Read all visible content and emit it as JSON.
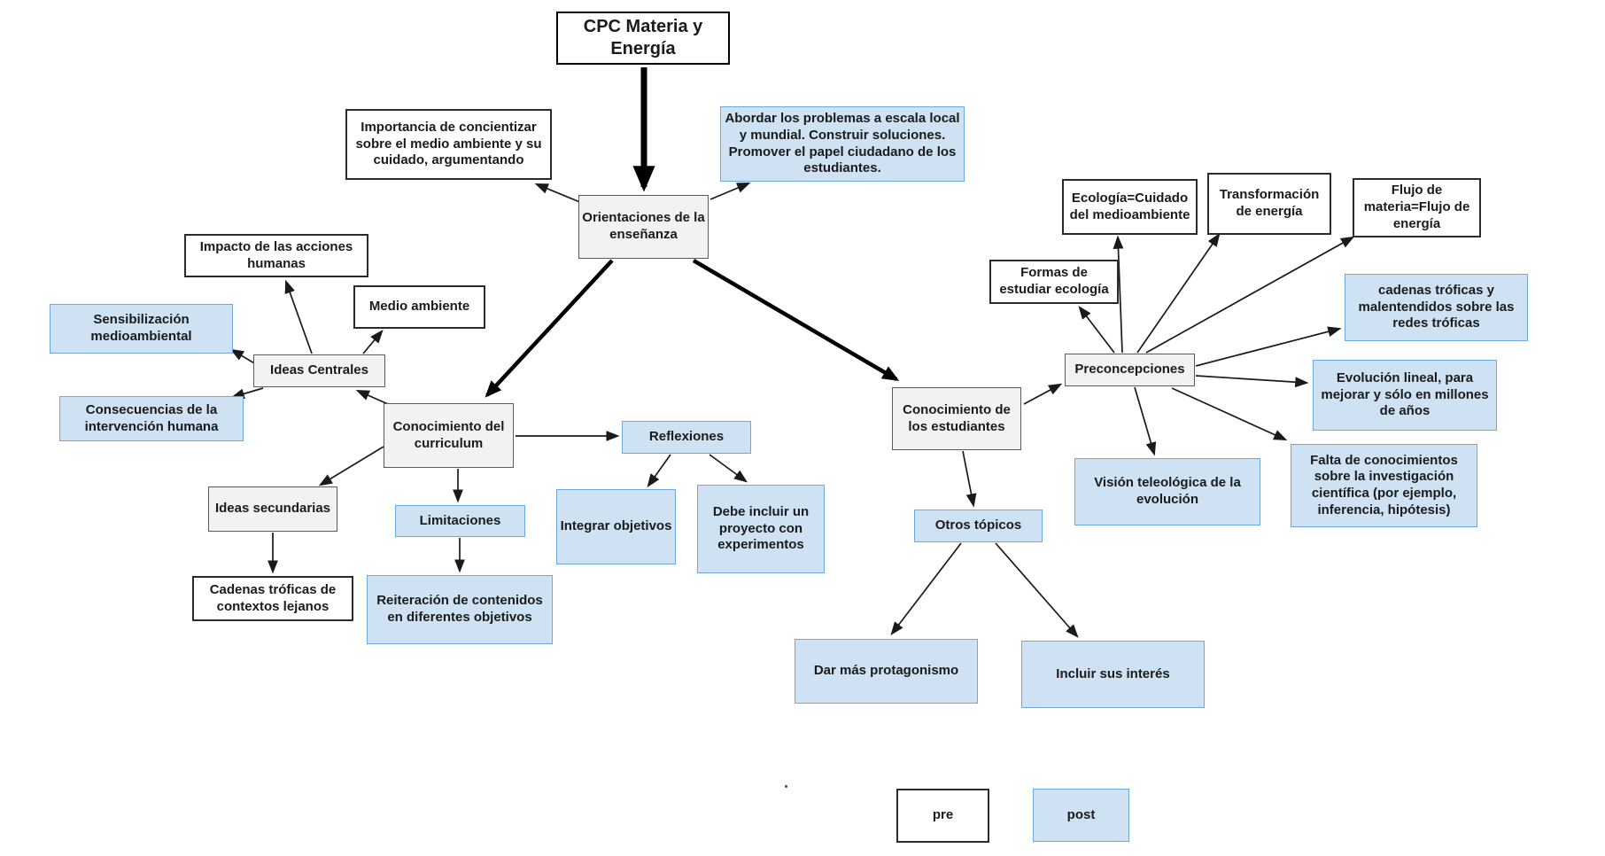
{
  "diagram": {
    "colors": {
      "pre_fill": "#ffffff",
      "pre_border": "#2b2b2b",
      "post_fill": "#cfe2f3",
      "post_border": "#6fa8dc",
      "category_fill": "#f2f2f2",
      "category_border": "#5b5b5b",
      "arrow": "#1a1a1a"
    },
    "nodes": {
      "title": {
        "label": "CPC Materia y Energía",
        "type": "pre"
      },
      "importancia": {
        "label": "Importancia de concientizar sobre el medio ambiente y su cuidado, argumentando",
        "type": "pre"
      },
      "abordar": {
        "label": "Abordar los problemas a escala local y mundial. Construir soluciones. Promover el papel ciudadano de los estudiantes.",
        "type": "post"
      },
      "orientaciones": {
        "label": "Orientaciones de la enseñanza",
        "type": "category"
      },
      "impacto": {
        "label": "Impacto de las acciones humanas",
        "type": "pre"
      },
      "medio_ambiente": {
        "label": "Medio ambiente",
        "type": "pre"
      },
      "sensibilizacion": {
        "label": "Sensibilización medioambiental",
        "type": "post"
      },
      "ideas_centrales": {
        "label": "Ideas Centrales",
        "type": "category"
      },
      "consecuencias": {
        "label": "Consecuencias de la intervención humana",
        "type": "post"
      },
      "conocimiento_curriculum": {
        "label": "Conocimiento del curriculum",
        "type": "category"
      },
      "reflexiones": {
        "label": "Reflexiones",
        "type": "post"
      },
      "ideas_secundarias": {
        "label": "Ideas secundarias",
        "type": "category"
      },
      "limitaciones": {
        "label": "Limitaciones",
        "type": "post"
      },
      "integrar_objetivos": {
        "label": "Integrar objetivos",
        "type": "post"
      },
      "debe_incluir": {
        "label": "Debe incluir un proyecto con experimentos",
        "type": "post"
      },
      "cadenas_contextos": {
        "label": "Cadenas tróficas de contextos lejanos",
        "type": "pre"
      },
      "reiteracion": {
        "label": "Reiteración de contenidos en diferentes objetivos",
        "type": "post"
      },
      "conocimiento_estudiantes": {
        "label": "Conocimiento de los estudiantes",
        "type": "category"
      },
      "preconcepciones": {
        "label": "Preconcepciones",
        "type": "category"
      },
      "formas_ecologia": {
        "label": "Formas de estudiar ecología",
        "type": "pre"
      },
      "ecologia_cuidado": {
        "label": "Ecología=Cuidado del medioambiente",
        "type": "pre"
      },
      "transformacion_energia": {
        "label": "Transformación de energía",
        "type": "pre"
      },
      "flujo_materia": {
        "label": "Flujo de materia=Flujo de energía",
        "type": "pre"
      },
      "cadenas_redes": {
        "label": "cadenas tróficas y malentendidos sobre las redes tróficas",
        "type": "post"
      },
      "evolucion_lineal": {
        "label": "Evolución lineal, para mejorar y sólo en millones de años",
        "type": "post"
      },
      "falta_conocimientos": {
        "label": "Falta de conocimientos sobre la investigación científica (por ejemplo, inferencia, hipótesis)",
        "type": "post"
      },
      "vision_teleologica": {
        "label": "Visión teleológica de la evolución",
        "type": "post"
      },
      "otros_topicos": {
        "label": "Otros tópicos",
        "type": "post"
      },
      "dar_protagonismo": {
        "label": "Dar más protagonismo",
        "type": "post"
      },
      "incluir_interes": {
        "label": "Incluir sus interés",
        "type": "post"
      }
    },
    "legend": {
      "pre_label": "pre",
      "post_label": "post"
    },
    "edges": [
      {
        "from": "title",
        "to": "orientaciones",
        "weight": "thick"
      },
      {
        "from": "orientaciones",
        "to": "importancia",
        "weight": "thin"
      },
      {
        "from": "orientaciones",
        "to": "abordar",
        "weight": "thin"
      },
      {
        "from": "orientaciones",
        "to": "conocimiento_curriculum",
        "weight": "thick"
      },
      {
        "from": "orientaciones",
        "to": "conocimiento_estudiantes",
        "weight": "thick"
      },
      {
        "from": "ideas_centrales",
        "to": "impacto",
        "weight": "thin"
      },
      {
        "from": "ideas_centrales",
        "to": "medio_ambiente",
        "weight": "thin"
      },
      {
        "from": "ideas_centrales",
        "to": "sensibilizacion",
        "weight": "thin"
      },
      {
        "from": "ideas_centrales",
        "to": "consecuencias",
        "weight": "thin"
      },
      {
        "from": "conocimiento_curriculum",
        "to": "ideas_centrales",
        "weight": "thin"
      },
      {
        "from": "conocimiento_curriculum",
        "to": "ideas_secundarias",
        "weight": "thin"
      },
      {
        "from": "conocimiento_curriculum",
        "to": "reflexiones",
        "weight": "thin"
      },
      {
        "from": "conocimiento_curriculum",
        "to": "limitaciones",
        "weight": "thin"
      },
      {
        "from": "reflexiones",
        "to": "integrar_objetivos",
        "weight": "thin"
      },
      {
        "from": "reflexiones",
        "to": "debe_incluir",
        "weight": "thin"
      },
      {
        "from": "ideas_secundarias",
        "to": "cadenas_contextos",
        "weight": "thin"
      },
      {
        "from": "limitaciones",
        "to": "reiteracion",
        "weight": "thin"
      },
      {
        "from": "conocimiento_estudiantes",
        "to": "preconcepciones",
        "weight": "thin"
      },
      {
        "from": "preconcepciones",
        "to": "formas_ecologia",
        "weight": "thin"
      },
      {
        "from": "preconcepciones",
        "to": "ecologia_cuidado",
        "weight": "thin"
      },
      {
        "from": "preconcepciones",
        "to": "transformacion_energia",
        "weight": "thin"
      },
      {
        "from": "preconcepciones",
        "to": "flujo_materia",
        "weight": "thin"
      },
      {
        "from": "preconcepciones",
        "to": "cadenas_redes",
        "weight": "thin"
      },
      {
        "from": "preconcepciones",
        "to": "evolucion_lineal",
        "weight": "thin"
      },
      {
        "from": "preconcepciones",
        "to": "falta_conocimientos",
        "weight": "thin"
      },
      {
        "from": "preconcepciones",
        "to": "vision_teleologica",
        "weight": "thin"
      },
      {
        "from": "conocimiento_estudiantes",
        "to": "otros_topicos",
        "weight": "thin"
      },
      {
        "from": "otros_topicos",
        "to": "dar_protagonismo",
        "weight": "thin"
      },
      {
        "from": "otros_topicos",
        "to": "incluir_interes",
        "weight": "thin"
      }
    ]
  }
}
